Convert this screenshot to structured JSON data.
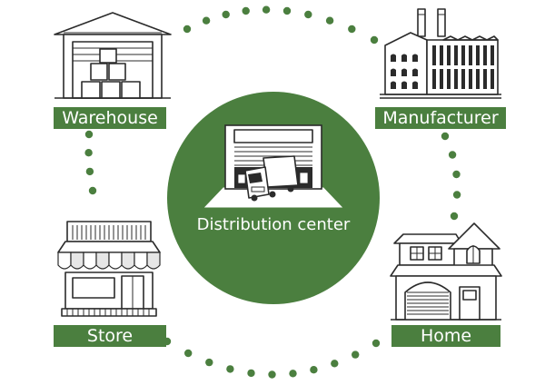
{
  "nodes": {
    "warehouse": {
      "label": "Warehouse"
    },
    "manufacturer": {
      "label": "Manufacturer"
    },
    "store": {
      "label": "Store"
    },
    "home": {
      "label": "Home"
    },
    "center": {
      "label": "Distribution center"
    }
  },
  "colors": {
    "green": "#4b7f3f",
    "line": "#2b2b2b",
    "background": "#ffffff"
  }
}
